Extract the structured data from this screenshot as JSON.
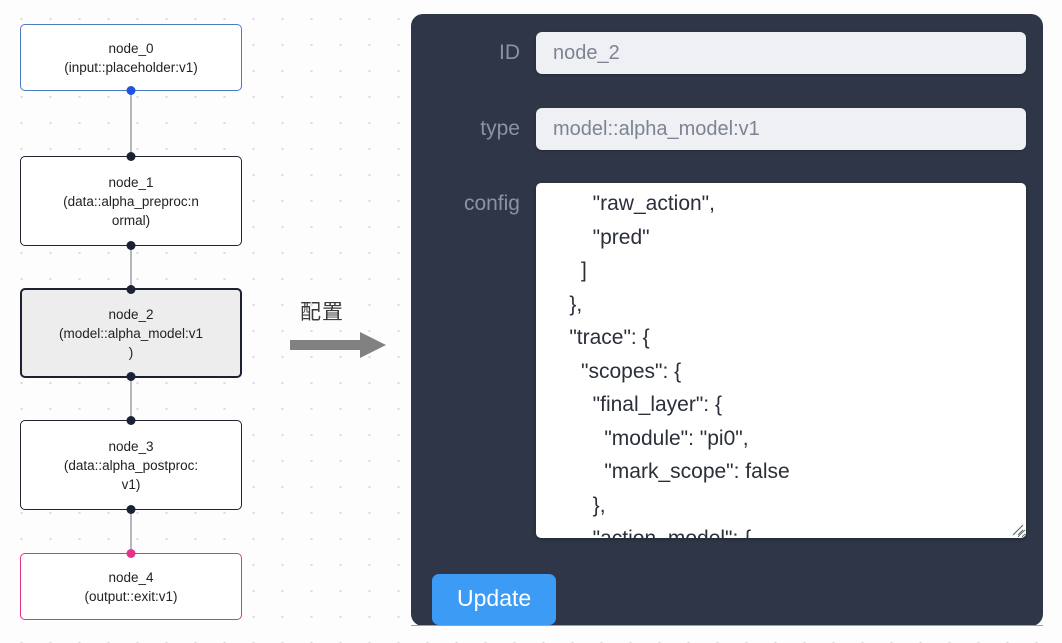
{
  "canvas": {
    "grid": "dot-grid",
    "background_color": "#fdfdfd"
  },
  "graph": {
    "nodes": [
      {
        "id": "node_0",
        "title": "node_0",
        "subtitle": "(input::placeholder:v1)",
        "variant": "input",
        "border_color": "#4a7cc4",
        "handle_color": "#2054e0",
        "selected": false
      },
      {
        "id": "node_1",
        "title": "node_1",
        "subtitle": "(data::alpha_preproc:n\normal)",
        "variant": "default",
        "border_color": "#1f2433",
        "handle_color": "#1c2235",
        "selected": false
      },
      {
        "id": "node_2",
        "title": "node_2",
        "subtitle": "(model::alpha_model:v1\n)",
        "variant": "selected",
        "border_color": "#1c2133",
        "handle_color": "#1c2235",
        "selected": true
      },
      {
        "id": "node_3",
        "title": "node_3",
        "subtitle": "(data::alpha_postproc:\nv1)",
        "variant": "default",
        "border_color": "#1f2433",
        "handle_color": "#1c2235",
        "selected": false
      },
      {
        "id": "node_4",
        "title": "node_4",
        "subtitle": "(output::exit:v1)",
        "variant": "output",
        "border_color": "#e5338c",
        "handle_color": "#e5338c",
        "selected": false
      }
    ],
    "edge_color": "#b6b6bb"
  },
  "annotation": {
    "label": "配置",
    "arrow_color": "#808080",
    "icon": "right-arrow-icon"
  },
  "panel": {
    "background_color": "#2e3647",
    "fields": [
      {
        "label": "ID",
        "value": "node_2"
      },
      {
        "label": "type",
        "value": "model::alpha_model:v1"
      }
    ],
    "config_label": "config",
    "config_value": "        \"raw_action\",\n        \"pred\"\n      ]\n    },\n    \"trace\": {\n      \"scopes\": {\n        \"final_layer\": {\n          \"module\": \"pi0\",\n          \"mark_scope\": false\n        },\n        \"action_model\": {",
    "update_label": "Update",
    "update_color": "#3c9bf5"
  }
}
